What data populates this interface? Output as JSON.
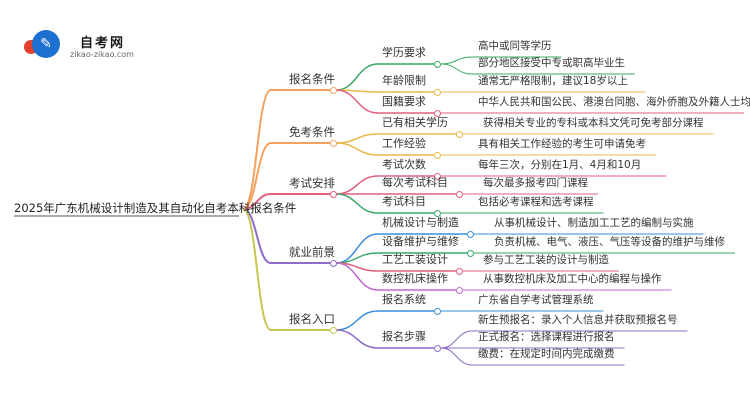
{
  "brand": {
    "title": "自考网",
    "url": "zikao-zikao.com"
  },
  "mindmap": {
    "root": "2025年广东机械设计制造及其自动化自考本科报名条件",
    "branches": [
      {
        "label": "报名条件",
        "color": "#f4a261",
        "children": [
          {
            "label": "学历要求",
            "color": "#3aa866",
            "items": [
              "高中或同等学历",
              "部分地区接受中专或职高毕业生"
            ]
          },
          {
            "label": "年龄限制",
            "color": "#e8b84a",
            "items": [
              "通常无严格限制，建议18岁以上"
            ]
          },
          {
            "label": "国籍要求",
            "color": "#e0607e",
            "items": [
              "中华人民共和国公民、港澳台同胞、海外侨胞及外籍人士均可参加"
            ]
          }
        ]
      },
      {
        "label": "免考条件",
        "color": "#f4a261",
        "children": [
          {
            "label": "已有相关学历",
            "color": "#e8b84a",
            "items": [
              "获得相关专业的专科或本科文凭可免考部分课程"
            ]
          },
          {
            "label": "工作经验",
            "color": "#e8b84a",
            "items": [
              "具有相关工作经验的考生可申请免考"
            ]
          }
        ]
      },
      {
        "label": "考试安排",
        "color": "#e0607e",
        "children": [
          {
            "label": "考试次数",
            "color": "#e0607e",
            "items": [
              "每年三次，分别在1月、4月和10月"
            ]
          },
          {
            "label": "每次考试科目",
            "color": "#e0607e",
            "items": [
              "每次最多报考四门课程"
            ]
          },
          {
            "label": "考试科目",
            "color": "#3aa866",
            "items": [
              "包括必考课程和选考课程"
            ]
          }
        ]
      },
      {
        "label": "就业前景",
        "color": "#8e6cc9",
        "children": [
          {
            "label": "机械设计与制造",
            "color": "#3a8fd8",
            "items": [
              "从事机械设计、制造加工工艺的编制与实施"
            ]
          },
          {
            "label": "设备维护与维修",
            "color": "#3aa866",
            "items": [
              "负责机械、电气、液压、气压等设备的维护与维修"
            ]
          },
          {
            "label": "工艺工装设计",
            "color": "#e0607e",
            "items": [
              "参与工艺工装的设计与制造"
            ]
          },
          {
            "label": "数控机床操作",
            "color": "#c06bd0",
            "items": [
              "从事数控机床及加工中心的编程与操作"
            ]
          }
        ]
      },
      {
        "label": "报名入口",
        "color": "#c9c44e",
        "children": [
          {
            "label": "报名系统",
            "color": "#3a8fd8",
            "items": [
              "广东省自学考试管理系统"
            ]
          },
          {
            "label": "报名步骤",
            "color": "#8e6cc9",
            "items": [
              "新生预报名：录入个人信息并获取预报名号",
              "正式报名：选择课程进行报名",
              "缴费：在规定时间内完成缴费"
            ]
          }
        ]
      }
    ]
  }
}
